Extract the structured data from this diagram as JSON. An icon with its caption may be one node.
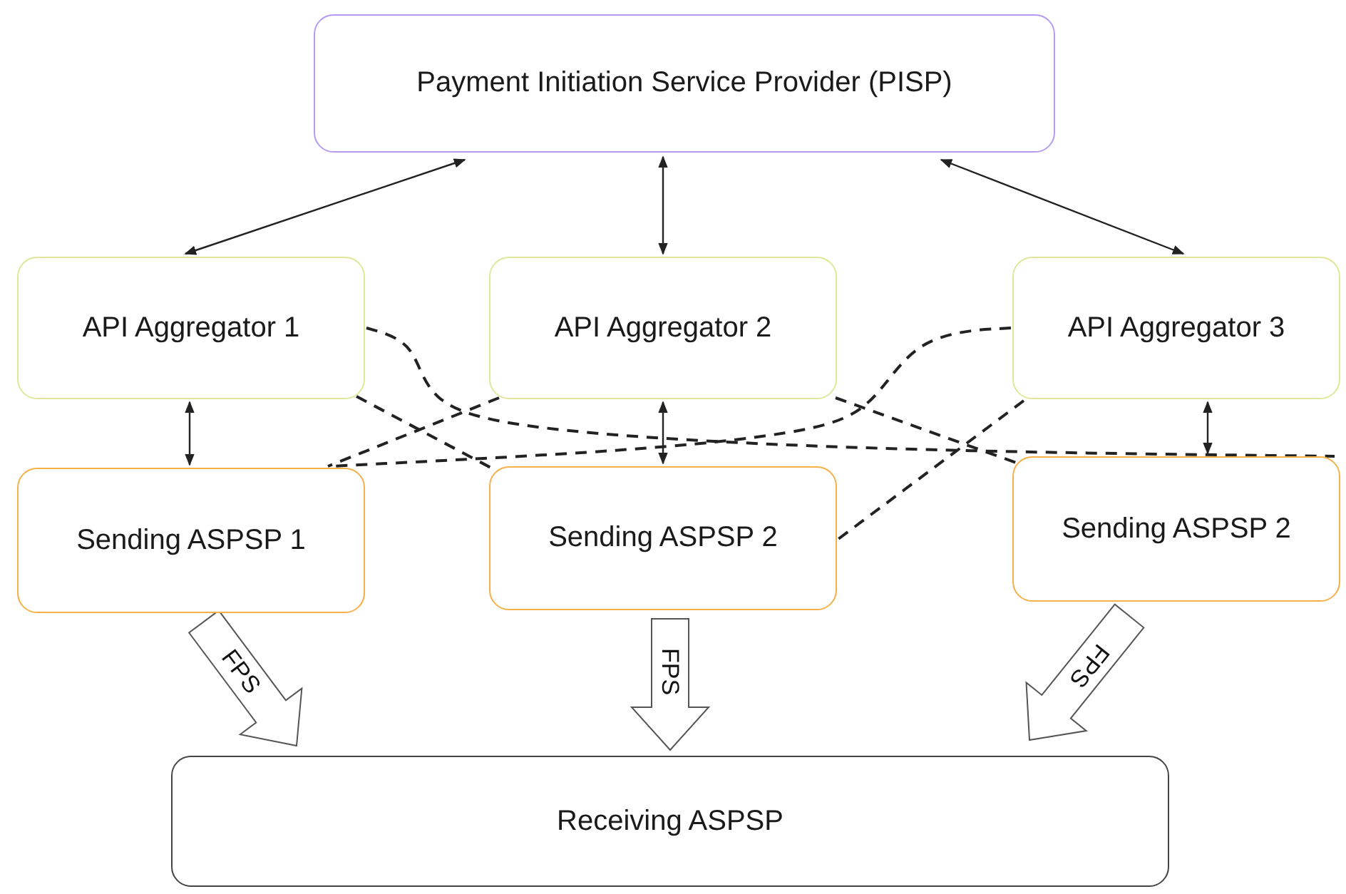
{
  "diagram": {
    "nodes": [
      {
        "text": [
          "Payment Initiation Service Provider (PISP)"
        ]
      },
      {
        "text": [
          "API Aggregator 1"
        ]
      },
      {
        "text": [
          "API Aggregator 2"
        ]
      },
      {
        "text": [
          "API Aggregator 3"
        ]
      },
      {
        "text": [
          "Sending ASPSP 1"
        ]
      },
      {
        "text": [
          "Sending ASPSP 2"
        ]
      },
      {
        "text": [
          "Sending ASPSP 2"
        ]
      },
      {
        "text": [
          "Receiving ASPSP"
        ]
      }
    ],
    "edges": [
      {
        "from": 0,
        "to": 1,
        "arrow": "both"
      },
      {
        "from": 0,
        "to": 2,
        "arrow": "both"
      },
      {
        "from": 0,
        "to": 3,
        "arrow": "both"
      },
      {
        "from": 1,
        "to": 4,
        "arrow": "both"
      },
      {
        "from": 2,
        "to": 5,
        "arrow": "both"
      },
      {
        "from": 3,
        "to": 6,
        "arrow": "both"
      },
      {
        "from": 1,
        "to": 6,
        "arrow": "none",
        "style": "dashed"
      },
      {
        "from": 1,
        "to": 5,
        "arrow": "none",
        "style": "dashed"
      },
      {
        "from": 2,
        "to": 4,
        "arrow": "none",
        "style": "dashed"
      },
      {
        "from": 3,
        "to": 4,
        "arrow": "none",
        "style": "dashed"
      },
      {
        "from": 2,
        "to": 6,
        "arrow": "none",
        "style": "dashed"
      },
      {
        "from": 3,
        "to": 5,
        "arrow": "none",
        "style": "dashed"
      },
      {
        "from": 4,
        "to": 7,
        "arrow": "to",
        "style": "thick",
        "label": "FPS"
      },
      {
        "from": 5,
        "to": 7,
        "arrow": "to",
        "style": "thick",
        "label": "FPS"
      },
      {
        "from": 6,
        "to": 7,
        "arrow": "to",
        "style": "thick",
        "label": "FPS"
      }
    ]
  }
}
